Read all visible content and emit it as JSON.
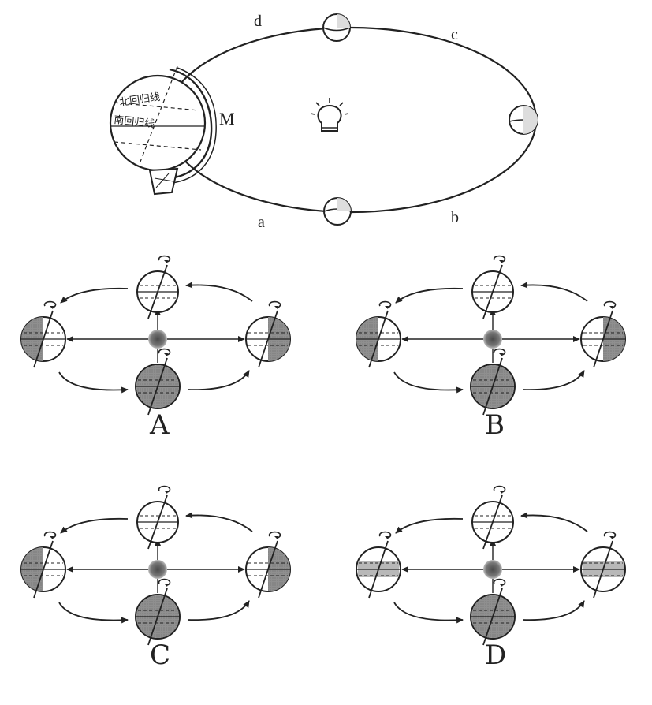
{
  "orbit_labels": {
    "a": "a",
    "b": "b",
    "c": "c",
    "d": "d",
    "m": "M"
  },
  "globe_labels": {
    "tropic_north": "北回归线",
    "tropic_south": "南回归线"
  },
  "option_labels": [
    "A",
    "B",
    "C",
    "D"
  ],
  "colors": {
    "line": "#222222",
    "shade": "#8a8a8a",
    "sun": "#6a6a6a"
  }
}
